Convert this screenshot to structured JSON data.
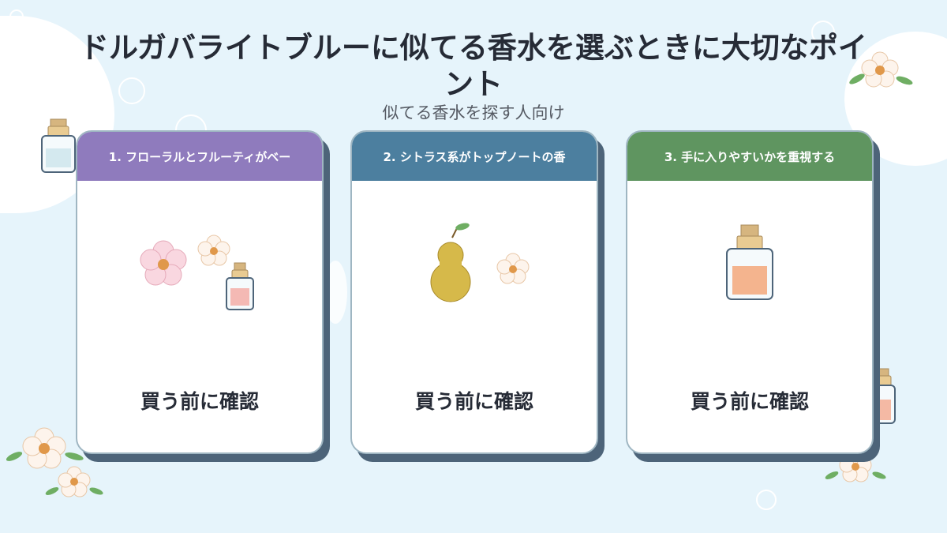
{
  "title": "ドルガバライトブルーに似てる香水を選ぶときに大切なポイント",
  "subtitle": "似てる香水を探す人向け",
  "colors": {
    "background": "#e6f4fb",
    "card_shadow": "#4d6479",
    "header_purple": "#8f7bbd",
    "header_blue": "#4c7f9f",
    "header_green": "#5f9560"
  },
  "cards": [
    {
      "header": "1. フローラルとフルーティがベー",
      "footer": "買う前に確認",
      "icons": [
        "flower-icon",
        "perfume-bottle-icon"
      ]
    },
    {
      "header": "2. シトラス系がトップノートの香",
      "footer": "買う前に確認",
      "icons": [
        "pear-icon",
        "flower-icon"
      ]
    },
    {
      "header": "3. 手に入りやすいかを重視する",
      "footer": "買う前に確認",
      "icons": [
        "perfume-bottle-icon"
      ]
    }
  ]
}
